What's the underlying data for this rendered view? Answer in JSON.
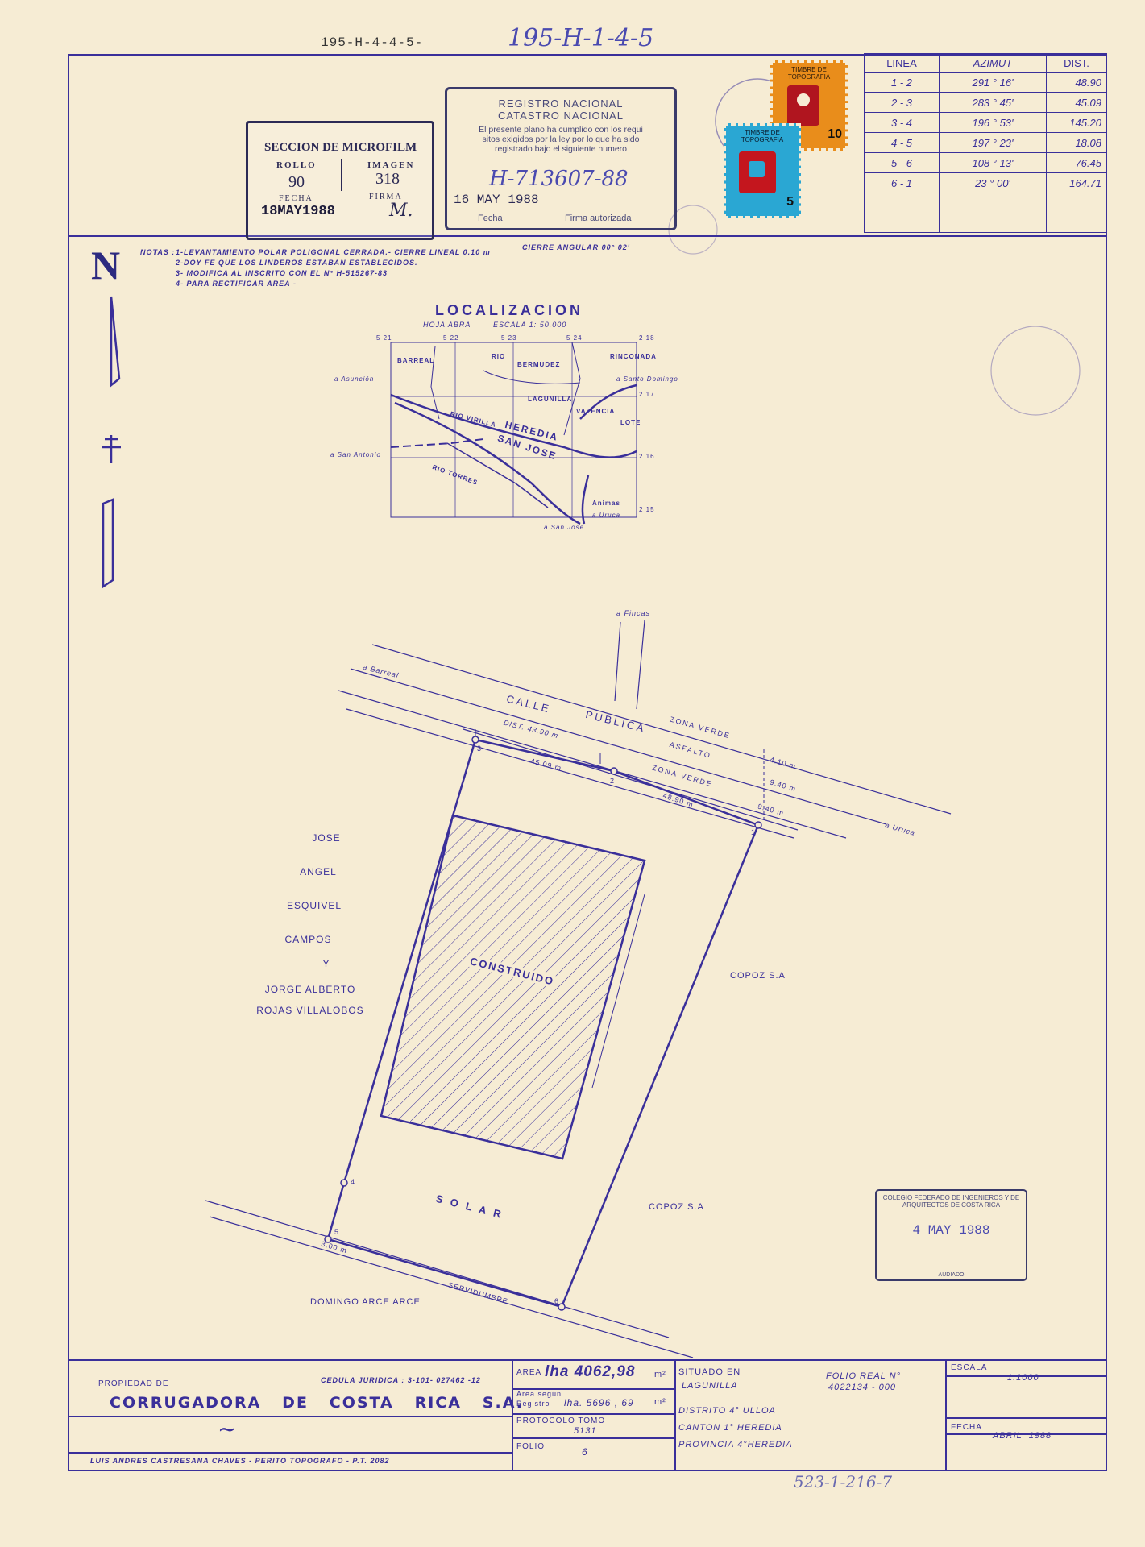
{
  "header": {
    "ref_printed": "195-H-4-4-5-",
    "ref_handwritten": "195-H-1-4-5"
  },
  "microfilm": {
    "title": "SECCION DE MICROFILM",
    "rollo_label": "ROLLO",
    "imagen_label": "IMAGEN",
    "rollo_value": "90",
    "imagen_value": "318",
    "fecha_label": "FECHA",
    "firma_label": "FIRMA",
    "fecha_value": "18MAY1988",
    "firma_value": "M."
  },
  "registro": {
    "line1": "REGISTRO NACIONAL",
    "line2": "CATASTRO NACIONAL",
    "body1": "El presente plano ha cumplido con los requi",
    "body2": "sitos exigidos por la ley por lo que ha sido",
    "body3": "registrado bajo el siguiente numero",
    "number": "H-713607-88",
    "date": "16 MAY 1988",
    "fecha_label": "Fecha",
    "firma_label": "Firma autorizada"
  },
  "stamps": {
    "stamp_a_title": "TIMBRE DE TOPOGRAFIA",
    "stamp_a_value": "10",
    "stamp_b_title": "TIMBRE DE TOPOGRAFIA",
    "stamp_b_value": "5"
  },
  "azimuth_table": {
    "headers": [
      "LINEA",
      "AZIMUT",
      "DIST."
    ],
    "rows": [
      [
        "1 - 2",
        "291 ° 16'",
        "48.90"
      ],
      [
        "2 - 3",
        "283 ° 45'",
        "45.09"
      ],
      [
        "3 - 4",
        "196 ° 53'",
        "145.20"
      ],
      [
        "4 - 5",
        "197 ° 23'",
        "18.08"
      ],
      [
        "5 - 6",
        "108 ° 13'",
        "76.45"
      ],
      [
        "6 - 1",
        "23 ° 00'",
        "164.71"
      ]
    ]
  },
  "notes": {
    "prefix": "NOTAS :",
    "n1": "1-LEVANTAMIENTO POLAR POLIGONAL CERRADA.- CIERRE LINEAL 0.10 m",
    "n1b": "CIERRE ANGULAR 00° 02'",
    "n2": "2-DOY FE QUE LOS LINDEROS ESTABAN ESTABLECIDOS.",
    "n3": "3- MODIFICA AL INSCRITO CON EL N° H-515267-83",
    "n4": "4- PARA RECTIFICAR AREA -"
  },
  "north": "N",
  "localizacion": {
    "title": "LOCALIZACION",
    "hoja": "HOJA ABRA",
    "escala": "ESCALA 1: 50.000",
    "labels": {
      "barreal": "BARREAL",
      "rio": "RIO",
      "bermudez": "BERMUDEZ",
      "rinconada": "RINCONADA",
      "asuncion": "a Asunción",
      "santo_domingo": "a Santo Domingo",
      "lagunilla": "LAGUNILLA",
      "valencia": "VALENCIA",
      "lote": "LOTE",
      "rio_virilla": "RIO VIRILLA",
      "heredia": "HEREDIA",
      "san_jose_city": "SAN JOSE",
      "san_antonio": "a San Antonio",
      "rio_torres": "RIO TORRES",
      "animas": "Animas",
      "uruca": "a Uruca",
      "san_jose": "a San José"
    },
    "grid": {
      "g521": "5 21",
      "g522": "5 22",
      "g523": "5 23",
      "g524": "5 24",
      "g218": "2 18",
      "g217": "2 17",
      "g216": "2 16",
      "g215": "2 15"
    }
  },
  "plan": {
    "a_fincas": "a Fincas",
    "a_barreal": "a Barreal",
    "calle": "CALLE",
    "publica": "PUBLICA",
    "zona_verde_top": "ZONA VERDE",
    "asfalto": "ASFALTO",
    "zona_verde_bottom": "ZONA VERDE",
    "a_uruca": "a Uruca",
    "dist": "DIST. 43.90 m",
    "d4_10": "4.10 m",
    "d9_40a": "9.40 m",
    "d9_40b": "9.40 m",
    "seg_45": "45.09 m",
    "seg_48": "48.90 m",
    "construido": "CONSTRUIDO",
    "solar": "S O L A R",
    "servidumbre": "SERVIDUMBRE",
    "d3m": "3.00 m",
    "p1": "1",
    "p2": "2",
    "p3": "3",
    "p4": "4",
    "p5": "5",
    "p6": "6",
    "west_owner": [
      "JOSE",
      "ANGEL",
      "ESQUIVEL",
      "CAMPOS",
      "Y",
      "JORGE ALBERTO",
      "ROJAS VILLALOBOS"
    ],
    "copoz_1": "COPOZ S.A",
    "copoz_2": "COPOZ S.A",
    "domingo": "DOMINGO ARCE ARCE"
  },
  "colegio": {
    "title1": "COLEGIO FEDERADO DE INGENIEROS Y DE",
    "title2": "ARQUITECTOS DE COSTA RICA",
    "date": "4 MAY 1988",
    "bottom": "AUDIADO"
  },
  "titleblock": {
    "propiedad_label": "PROPIEDAD DE",
    "cedula": "CEDULA JURIDICA : 3-101- 027462 -12",
    "owner": "CORRUGADORA   DE   COSTA   RICA   S.A.",
    "surveyor": "LUIS ANDRES CASTRESANA CHAVES - PERITO TOPOGRAFO - P.T. 2082",
    "area_label": "AREA",
    "area_value": "lha 4062,98",
    "area_unit": "m²",
    "area_registro_label1": "Area según",
    "area_registro_label2": "Registro",
    "area_registro_value": "lha. 5696 , 69",
    "area_registro_unit": "m²",
    "protocolo_label": "PROTOCOLO TOMO",
    "protocolo_value": "5131",
    "folio_label": "FOLIO",
    "folio_value": "6",
    "situado_label": "SITUADO EN",
    "situado_value": "LAGUNILLA",
    "folio_real_label": "FOLIO REAL N°",
    "folio_real_value": "4022134 - 000",
    "distrito": "DISTRITO  4° ULLOA",
    "canton": "CANTON  1° HEREDIA",
    "provincia": "PROVINCIA  4°HEREDIA",
    "escala_label": "ESCALA",
    "escala_value": "1:1000",
    "fecha_label": "FECHA",
    "fecha_value": "ABRIL  1988"
  },
  "footer_handwritten": "523-1-216-7"
}
